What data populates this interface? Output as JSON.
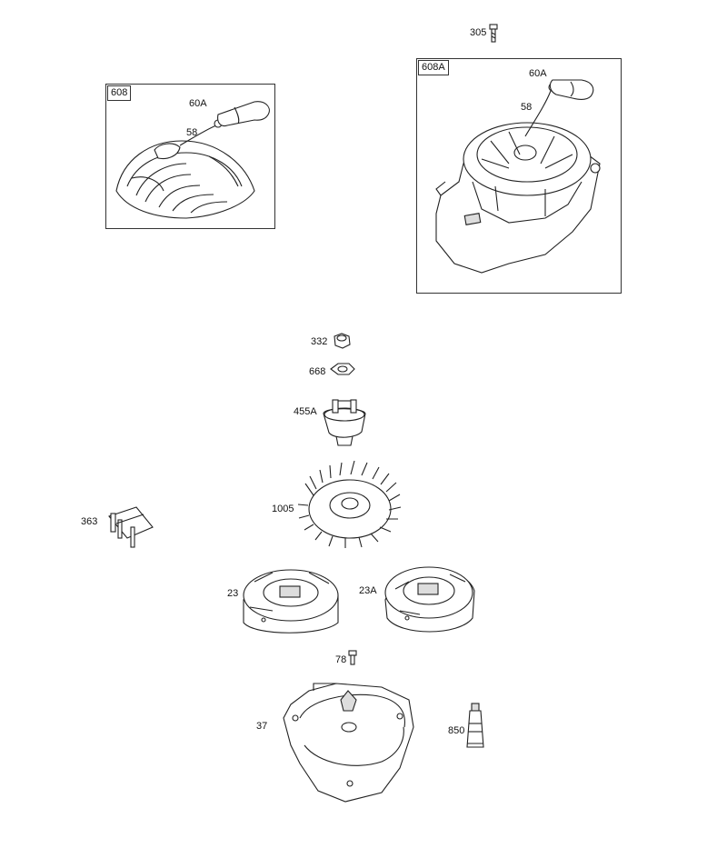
{
  "labels": {
    "p305": "305",
    "p608_box": "608",
    "p608_60a": "60A",
    "p608_58": "58",
    "p608a_box": "608A",
    "p608a_60a": "60A",
    "p608a_58": "58",
    "p332": "332",
    "p668": "668",
    "p455a": "455A",
    "p1005": "1005",
    "p363": "363",
    "p23": "23",
    "p23a": "23A",
    "p78": "78",
    "p37": "37",
    "p850": "850"
  }
}
